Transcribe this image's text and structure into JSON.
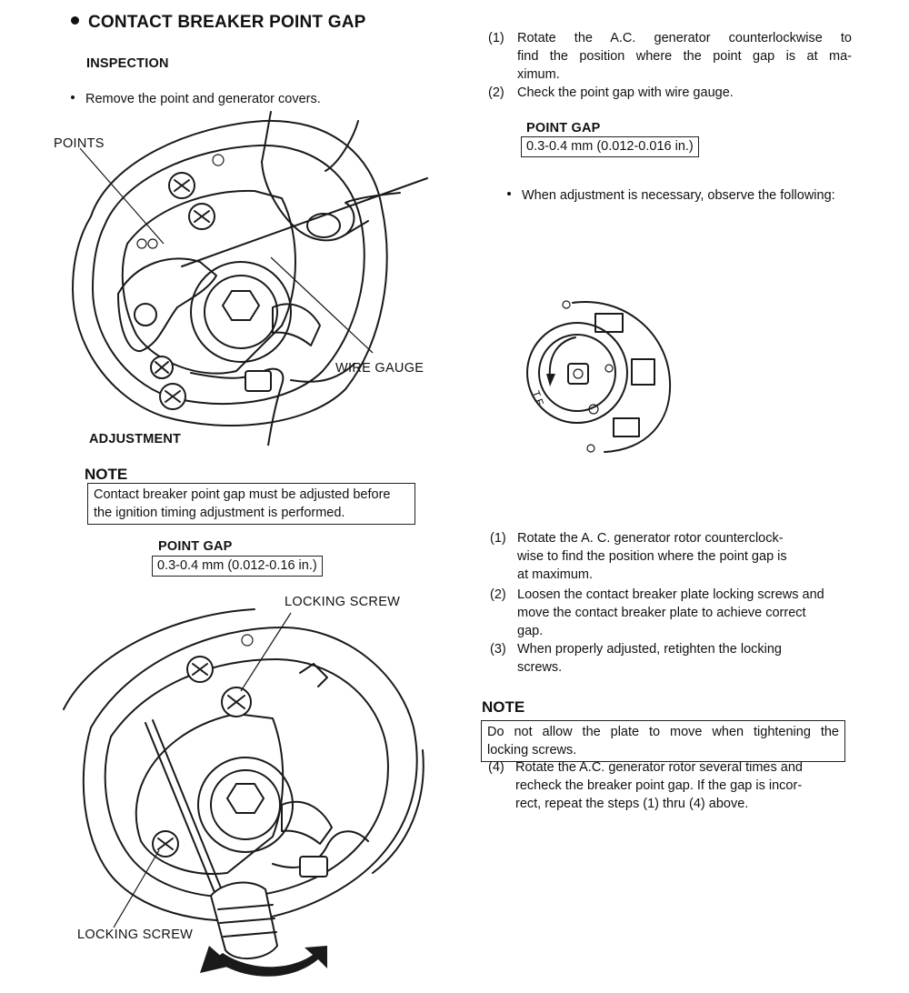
{
  "title": "CONTACT BREAKER POINT GAP",
  "inspection": {
    "heading": "INSPECTION",
    "bullet": "Remove the point and generator covers.",
    "figure_labels": {
      "points": "POINTS",
      "wire_gauge": "WIRE GAUGE"
    }
  },
  "right_steps_1": [
    {
      "num": "(1)",
      "lines": [
        "Rotate the A.C. generator counterlockwise to",
        "find the position where the point gap is at ma-",
        "ximum."
      ]
    },
    {
      "num": "(2)",
      "lines": [
        "Check the point gap with wire gauge."
      ]
    }
  ],
  "point_gap_1": {
    "label": "POINT GAP",
    "value": "0.3-0.4 mm (0.012-0.016 in.)"
  },
  "adjust_bullet": "When adjustment is necessary, observe the following:",
  "rotor_figure": {
    "marks": "T  F"
  },
  "adjustment": {
    "heading": "ADJUSTMENT",
    "note_heading": "NOTE",
    "note_lines": [
      "Contact breaker point gap must be adjusted before",
      "the ignition timing adjustment is performed."
    ],
    "point_gap_label": "POINT GAP",
    "point_gap_value": "0.3-0.4 mm (0.012-0.16 in.)",
    "figure_labels": {
      "locking_screw_top": "LOCKING SCREW",
      "locking_screw_bottom": "LOCKING SCREW"
    }
  },
  "right_steps_2": [
    {
      "num": "(1)",
      "lines": [
        "Rotate the A. C. generator rotor counterclock-",
        "wise to find the position where the point gap is",
        "at maximum."
      ]
    },
    {
      "num": "(2)",
      "lines": [
        "Loosen the contact breaker plate locking screws and",
        "move the contact breaker plate to achieve correct",
        "gap."
      ]
    },
    {
      "num": "(3)",
      "lines": [
        "When properly adjusted, retighten the locking",
        "screws."
      ]
    }
  ],
  "note2": {
    "heading": "NOTE",
    "lines": [
      "Do not allow the plate to move when tightening the",
      "locking screws."
    ]
  },
  "step4": {
    "num": "(4)",
    "lines": [
      "Rotate the A.C. generator rotor several times and",
      "recheck the breaker point gap.  If the gap is incor-",
      "rect, repeat the steps (1) thru (4) above."
    ]
  }
}
